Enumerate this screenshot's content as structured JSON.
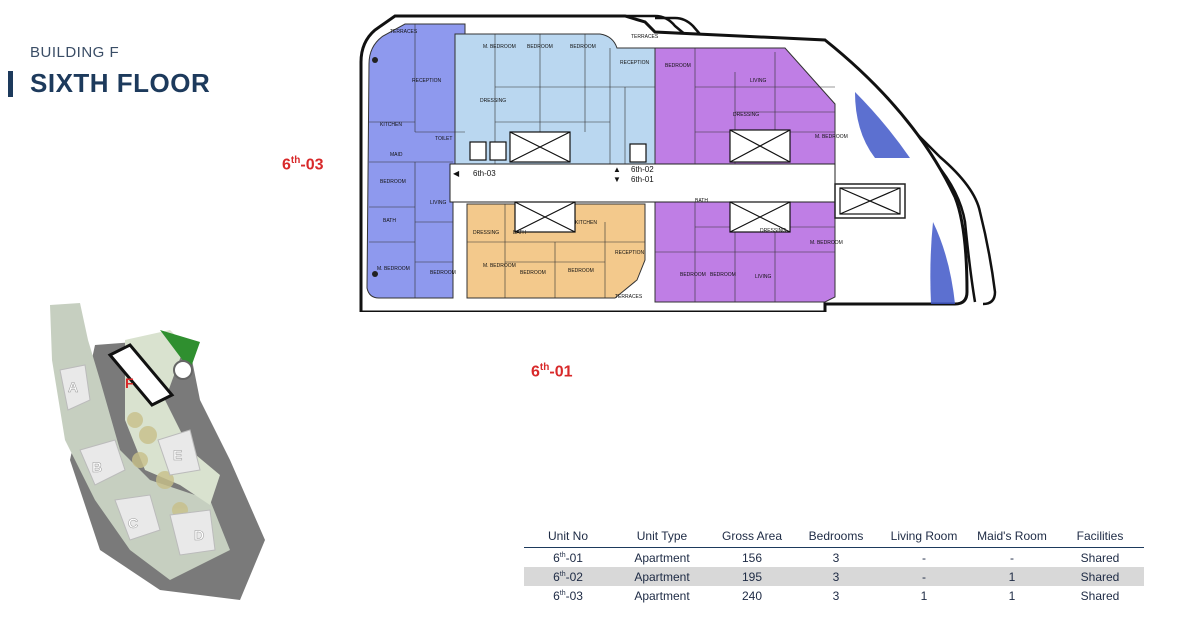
{
  "header": {
    "building": "BUILDING F",
    "floor": "SIXTH FLOOR"
  },
  "unit_labels": {
    "u03": {
      "prefix": "6",
      "sup": "th",
      "suffix": "-03"
    },
    "u01": {
      "prefix": "6",
      "sup": "th",
      "suffix": "-01"
    }
  },
  "plan": {
    "terraces": "TERRACES",
    "corridor_labels": {
      "left": "6th-03",
      "right_top": "6th-02",
      "right_bottom": "6th-01"
    },
    "rooms": {
      "m_bedroom": "M. BEDROOM",
      "bedroom": "BEDROOM",
      "reception": "RECEPTION",
      "living": "LIVING",
      "dressing": "DRESSING",
      "bath": "BATH",
      "kitchen": "KITCHEN",
      "toilet": "TOILET",
      "maid": "MAID"
    },
    "colors": {
      "unit03": "#8e99ee",
      "unit02": "#bad7f0",
      "unit02b": "#bf7ee5",
      "unit01": "#f3c98c"
    }
  },
  "site_plan": {
    "buildings": [
      "A",
      "B",
      "C",
      "D",
      "E",
      "F"
    ],
    "highlight": "F"
  },
  "table": {
    "headers": [
      "Unit No",
      "Unit Type",
      "Gross Area",
      "Bedrooms",
      "Living Room",
      "Maid's Room",
      "Facilities"
    ],
    "rows": [
      {
        "unit_prefix": "6",
        "unit_sup": "th",
        "unit_suffix": "-01",
        "type": "Apartment",
        "area": "156",
        "bedrooms": "3",
        "living": "-",
        "maids": "-",
        "facilities": "Shared"
      },
      {
        "unit_prefix": "6",
        "unit_sup": "th",
        "unit_suffix": "-02",
        "type": "Apartment",
        "area": "195",
        "bedrooms": "3",
        "living": "-",
        "maids": "1",
        "facilities": "Shared"
      },
      {
        "unit_prefix": "6",
        "unit_sup": "th",
        "unit_suffix": "-03",
        "type": "Apartment",
        "area": "240",
        "bedrooms": "3",
        "living": "1",
        "maids": "1",
        "facilities": "Shared"
      }
    ]
  }
}
